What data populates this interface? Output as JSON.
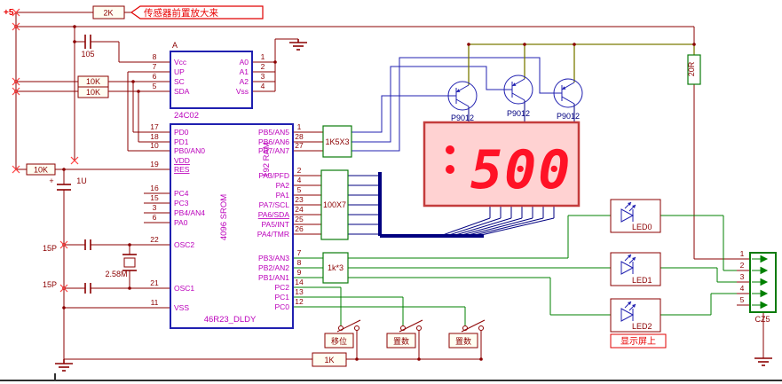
{
  "power_label": "+5",
  "callout_text": "传感器前置放大来",
  "display": {
    "value": "500",
    "note": "显示屏上"
  },
  "parts": {
    "r_2k": "2K",
    "c_105": "105",
    "r_10k_a": "10K",
    "r_10k_b": "10K",
    "r_10k_c": "10K",
    "c_1u": "1U",
    "c_1u_plus": "+",
    "c_15p_a": "15P",
    "c_15p_b": "15P",
    "xtal": "2.58M",
    "rn_1k5x3": "1K5X3",
    "rn_100x7": "100X7",
    "rn_1kx3": "1k*3",
    "r_1k": "1K",
    "r_20r": "20R"
  },
  "eeprom": {
    "ref": "A",
    "name": "24C02",
    "left": [
      {
        "n": "8",
        "p": "Vcc"
      },
      {
        "n": "7",
        "p": "UP"
      },
      {
        "n": "6",
        "p": "SC"
      },
      {
        "n": "5",
        "p": "SDA"
      }
    ],
    "right": [
      {
        "n": "1",
        "p": "A0"
      },
      {
        "n": "2",
        "p": "A1"
      },
      {
        "n": "3",
        "p": "A2"
      },
      {
        "n": "4",
        "p": "Vss"
      }
    ]
  },
  "mcu": {
    "name": "46R23_DLDY",
    "ram": "192 RAM",
    "rom": "4096 SROM",
    "left": [
      {
        "n": "17",
        "p": "PD0"
      },
      {
        "n": "18",
        "p": "PD1"
      },
      {
        "n": "10",
        "p": "PB0/AN0"
      },
      {
        "n": "",
        "p": "VDD"
      },
      {
        "n": "19",
        "p": "RES"
      },
      {
        "n": "16",
        "p": "PC4"
      },
      {
        "n": "15",
        "p": "PC3"
      },
      {
        "n": "3",
        "p": "PB4/AN4"
      },
      {
        "n": "6",
        "p": "PA0"
      },
      {
        "n": "22",
        "p": "OSC2"
      },
      {
        "n": "21",
        "p": "OSC1"
      },
      {
        "n": "11",
        "p": "VSS"
      }
    ],
    "right": [
      {
        "n": "1",
        "p": "PB5/AN5"
      },
      {
        "n": "28",
        "p": "PB6/AN6"
      },
      {
        "n": "27",
        "p": "PB7/AN7"
      },
      {
        "n": "2",
        "p": "PA3/PFD"
      },
      {
        "n": "4",
        "p": "PA2"
      },
      {
        "n": "5",
        "p": "PA1"
      },
      {
        "n": "23",
        "p": "PA7/SCL"
      },
      {
        "n": "24",
        "p": "PA6/SDA"
      },
      {
        "n": "25",
        "p": "PA5/INT"
      },
      {
        "n": "26",
        "p": "PA4/TMR"
      },
      {
        "n": "7",
        "p": "PB3/AN3"
      },
      {
        "n": "8",
        "p": "PB2/AN2"
      },
      {
        "n": "9",
        "p": "PB1/AN1"
      },
      {
        "n": "14",
        "p": "PC2"
      },
      {
        "n": "13",
        "p": "PC1"
      },
      {
        "n": "12",
        "p": "PC0"
      }
    ]
  },
  "transistors": [
    {
      "label": "P9012"
    },
    {
      "label": "P9012"
    },
    {
      "label": "P9012"
    }
  ],
  "leds": [
    {
      "label": "LED0"
    },
    {
      "label": "LED1"
    },
    {
      "label": "LED2"
    }
  ],
  "connector": {
    "name": "CZ5",
    "pins": [
      "1",
      "2",
      "3",
      "4",
      "5"
    ]
  },
  "buttons": [
    {
      "label": "移位"
    },
    {
      "label": "置数"
    },
    {
      "label": "置数"
    }
  ]
}
